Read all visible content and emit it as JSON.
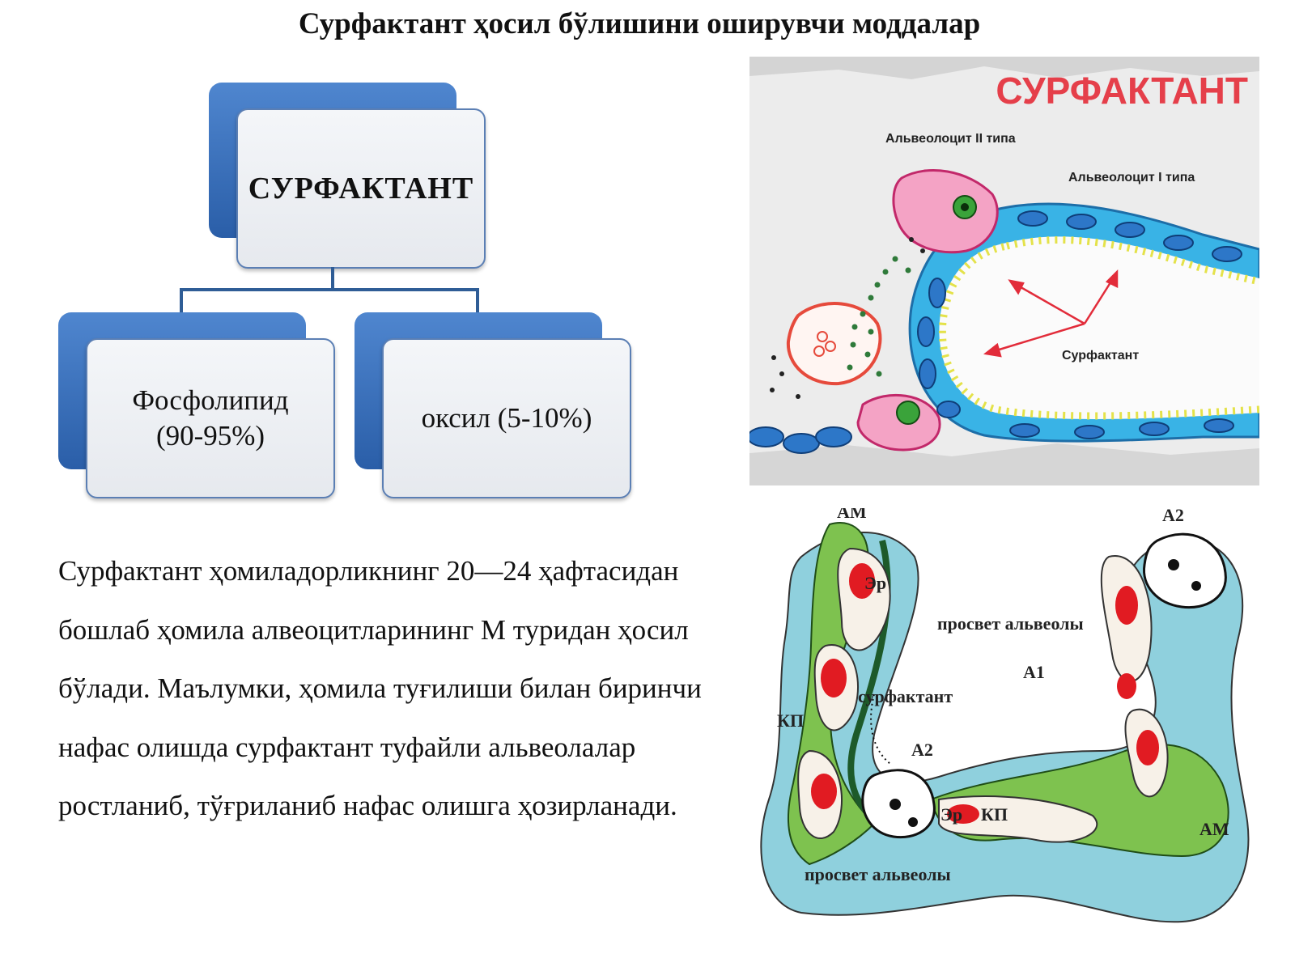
{
  "title": "Сурфактант ҳосил бўлишини оширувчи моддалар",
  "hierarchy": {
    "root": "СУРФАКТАНТ",
    "children": [
      "Фосфолипид (90-95%)",
      "оксил (5-10%)"
    ]
  },
  "paragraph": "Сурфактант ҳомиладорликнинг 20—24 ҳафтасидан бошлаб ҳомила алвеоцитларининг М туридан ҳосил бўлади. Маълумки, ҳомила туғилиши билан биринчи нафас олишда сурфактант туфайли альвеолалар ростланиб, тўғриланиб нафас олишга ҳозирланади.",
  "figure_top": {
    "heading": "СУРФАКТАНТ",
    "labels": [
      "Альвеолоцит II типа",
      "Альвеолоцит I типа",
      "Сурфактант"
    ]
  },
  "figure_bottom": {
    "labels": [
      "АМ",
      "А2",
      "Эр",
      "просвет альвеолы",
      "А1",
      "сурфактант",
      "КП",
      "А2",
      "Эр",
      "КП",
      "АМ",
      "просвет альвеолы"
    ]
  },
  "colors": {
    "box_blue": "#2a5ea8",
    "heading_red": "#e53f4a",
    "tissue_green": "#7ec24f",
    "tissue_cyan": "#8fd0dd",
    "blood_red": "#e11b22"
  }
}
